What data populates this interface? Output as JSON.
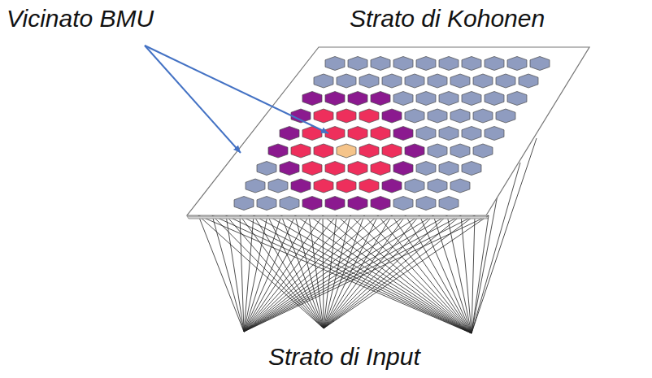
{
  "diagram": {
    "labels": [
      "Vicinato BMU",
      "Strato di Kohonen",
      "Strato di Input"
    ]
  }
}
